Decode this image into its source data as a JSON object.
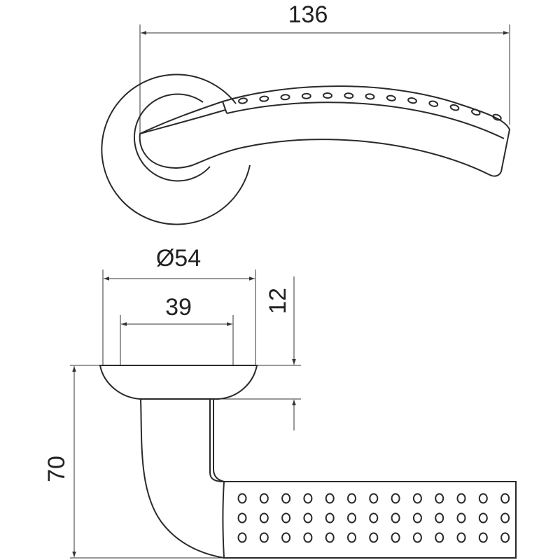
{
  "title": "Door lever handle dimensional drawing",
  "dimensions": {
    "length": "136",
    "rose_diameter": "Ø54",
    "rose_inner": "39",
    "rose_height": "12",
    "height": "70"
  },
  "details": {
    "top_view_hole_count": 13,
    "grip_hole_rows": 3,
    "grip_hole_columns": 13
  },
  "colors": {
    "line": "#2a2a2a",
    "background": "#ffffff"
  }
}
